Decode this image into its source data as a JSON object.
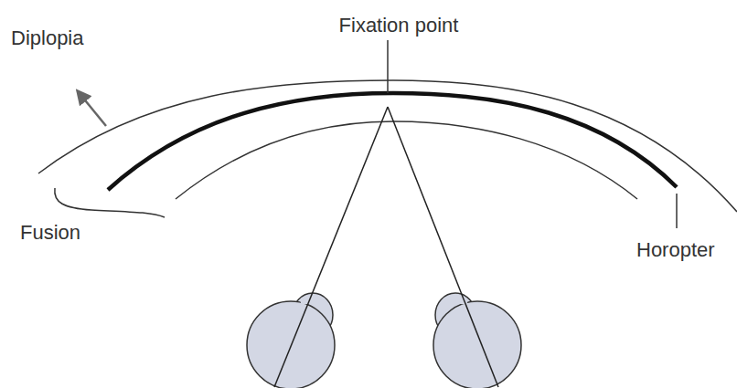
{
  "diagram": {
    "labels": [
      "Fixation point",
      "Diplopia",
      "Fusion",
      "Horopter"
    ]
  }
}
